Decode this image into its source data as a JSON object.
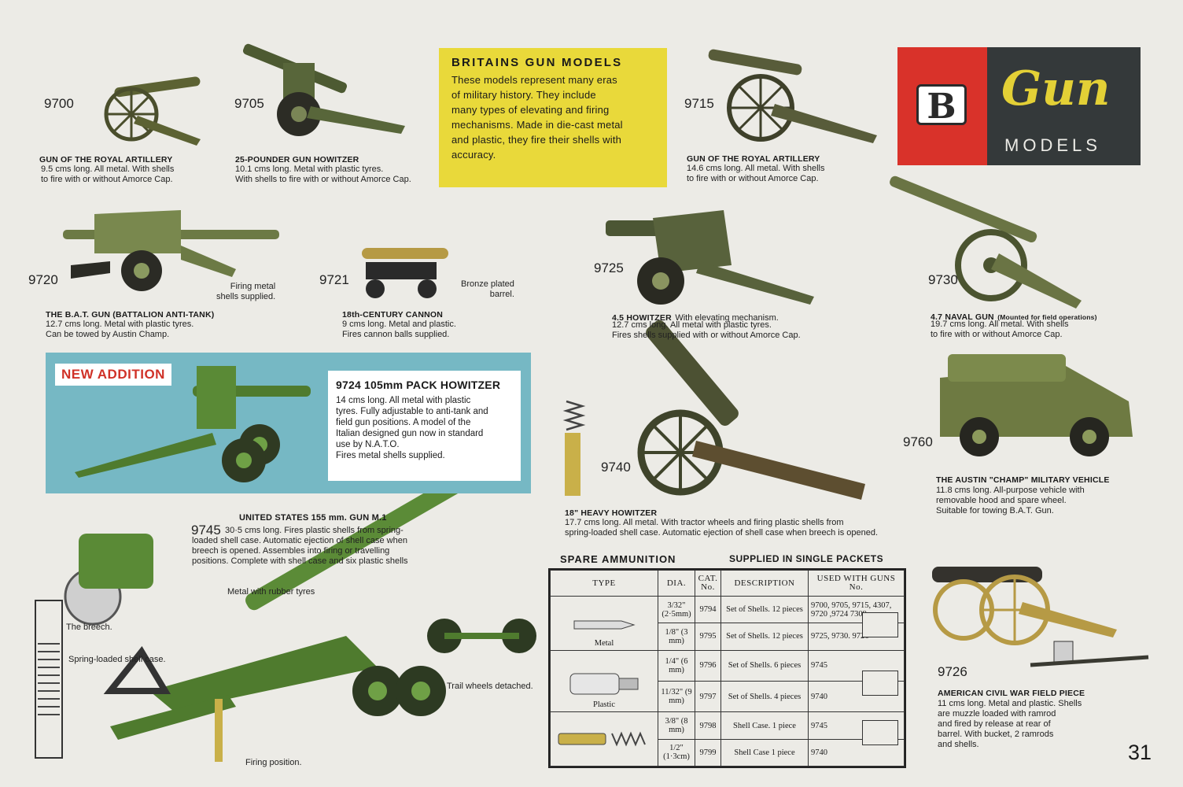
{
  "header": {
    "title": "BRITAINS  GUN  MODELS",
    "body": "These models represent many eras\nof military history. They include\nmany types of elevating and firing\nmechanisms. Made in die-cast metal\nand plastic, they fire their shells with\naccuracy."
  },
  "logo": {
    "mark": "B",
    "word": "Gun",
    "sub": "MODELS"
  },
  "products": [
    {
      "cat": "9700",
      "title": "GUN OF THE ROYAL ARTILLERY",
      "desc": "9.5 cms long. All metal. With shells\nto fire with or without Amorce Cap."
    },
    {
      "cat": "9705",
      "title": "25-POUNDER GUN HOWITZER",
      "desc": "10.1 cms long. Metal with plastic tyres.\nWith shells to fire with or without Amorce Cap."
    },
    {
      "cat": "9715",
      "title": "GUN OF THE ROYAL ARTILLERY",
      "desc": "14.6 cms long. All metal. With shells\nto fire with or without Amorce Cap."
    },
    {
      "cat": "9720",
      "title": "THE B.A.T. GUN (BATTALION ANTI-TANK)",
      "desc": "12.7 cms long. Metal with plastic tyres.\nCan be towed by Austin Champ.",
      "note": "Firing metal\nshells supplied."
    },
    {
      "cat": "9721",
      "title": "18th-CENTURY CANNON",
      "desc": "9 cms long. Metal and plastic.\nFires cannon balls supplied.",
      "note": "Bronze plated\nbarrel."
    },
    {
      "cat": "9725",
      "title": "4.5 HOWITZER",
      "title_suffix": "With elevating mechanism.",
      "desc": "12.7 cms long. All metal with plastic tyres.\nFires shells supplied with or without Amorce Cap."
    },
    {
      "cat": "9730",
      "title": "4.7 NAVAL GUN",
      "title_suffix": "(Mounted for field operations)",
      "desc": "19.7 cms long. All metal. With shells\nto fire with or without Amorce Cap."
    },
    {
      "cat": "9740",
      "title": "18\" HEAVY HOWITZER",
      "desc": "17.7 cms long. All metal. With tractor wheels and firing plastic shells from\nspring-loaded shell case. Automatic ejection of shell case when breech is opened."
    },
    {
      "cat": "9760",
      "title": "THE AUSTIN \"CHAMP\" MILITARY VEHICLE",
      "desc": "11.8 cms long. All-purpose vehicle with\nremovable hood and spare wheel.\nSuitable for towing B.A.T. Gun."
    },
    {
      "cat": "9726",
      "title": "AMERICAN CIVIL WAR FIELD PIECE",
      "desc": "11 cms long. Metal and plastic. Shells\nare muzzle loaded with ramrod\nand fired by release at rear of\nbarrel. With bucket, 2 ramrods\nand shells."
    }
  ],
  "new_addition": {
    "tag": "NEW ADDITION",
    "title": "9724 105mm PACK HOWITZER",
    "body": "14 cms long. All metal with plastic\ntyres. Fully adjustable to anti-tank and\nfield gun positions. A model of the\nItalian designed gun now in standard\nuse by N.A.T.O.\nFires metal shells supplied."
  },
  "m1": {
    "cat": "9745",
    "title": "UNITED STATES 155 mm. GUN M.1",
    "desc": "30·5 cms long. Fires plastic shells from spring-\nloaded shell case. Automatic ejection of shell case when\nbreech is opened. Assembles into firing or travelling\npositions. Complete with shell case and six plastic shells",
    "captions": {
      "tyres": "Metal with rubber tyres",
      "breech": "The breech.",
      "spring": "Spring-loaded shell case.",
      "trail": "Trail wheels detached.",
      "firing": "Firing position."
    }
  },
  "ammo": {
    "heading": "SPARE AMMUNITION",
    "heading_right": "SUPPLIED IN SINGLE PACKETS",
    "columns": [
      "TYPE",
      "DIA.",
      "CAT. No.",
      "DESCRIPTION",
      "USED WITH GUNS No."
    ],
    "rows": [
      {
        "type": "",
        "dia": "3/32\" (2·5mm)",
        "cat": "9794",
        "desc": "Set of Shells. 12 pieces",
        "used": "9700, 9705, 9715, 4307, 9720 ,9724 7309"
      },
      {
        "type": "Metal",
        "dia": "1/8\" (3 mm)",
        "cat": "9795",
        "desc": "Set of Shells. 12 pieces",
        "used": "9725, 9730. 9726"
      },
      {
        "type": "",
        "dia": "1/4\" (6 mm)",
        "cat": "9796",
        "desc": "Set of Shells. 6 pieces",
        "used": "9745"
      },
      {
        "type": "Plastic",
        "dia": "11/32\" (9 mm)",
        "cat": "9797",
        "desc": "Set of Shells. 4 pieces",
        "used": "9740"
      },
      {
        "type": "",
        "dia": "3/8\" (8 mm)",
        "cat": "9798",
        "desc": "Shell Case. 1 piece",
        "used": "9745"
      },
      {
        "type": "",
        "dia": "1/2\" (1·3cm)",
        "cat": "9799",
        "desc": "Shell Case 1 piece",
        "used": "9740"
      }
    ]
  },
  "page_number": "31",
  "colors": {
    "background": "#ecebe6",
    "yellow": "#e9d93a",
    "red": "#d9322a",
    "teal": "#76b8c4",
    "olive": "#6f7f45",
    "green": "#4f7b2e"
  }
}
